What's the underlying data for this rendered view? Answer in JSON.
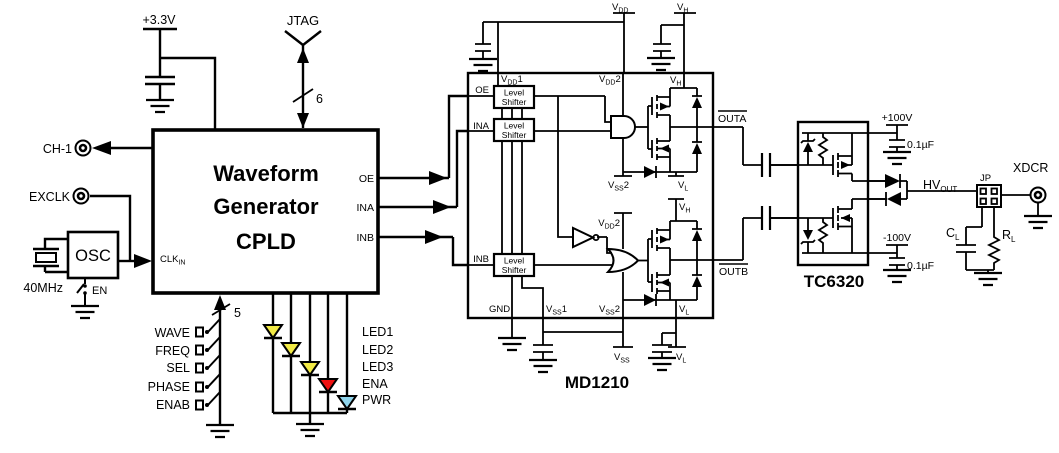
{
  "nets": {
    "v33": "+3.3V",
    "vdd": {
      "m": "V",
      "sub": "DD"
    },
    "vdd1": {
      "m": "V",
      "sub": "DD",
      "num": "1"
    },
    "vdd2": {
      "m": "V",
      "sub": "DD",
      "num": "2"
    },
    "vh": {
      "m": "V",
      "sub": "H"
    },
    "vl": {
      "m": "V",
      "sub": "L"
    },
    "vss": {
      "m": "V",
      "sub": "SS"
    },
    "vss1": {
      "m": "V",
      "sub": "SS",
      "num": "1"
    },
    "vss2": {
      "m": "V",
      "sub": "SS",
      "num": "2"
    },
    "gnd": "GND",
    "p100": "+100V",
    "n100": "-100V",
    "cap_value": "0.1µF"
  },
  "left": {
    "jtag": "JTAG",
    "jtag_bus": "6",
    "ch1": "CH-1",
    "exclk": "EXCLK",
    "osc": "OSC",
    "osc_freq": "40MHz",
    "osc_en": "EN"
  },
  "cpld": {
    "title_lines": [
      "Waveform",
      "Generator",
      "CPLD"
    ],
    "clk": {
      "m": "CLK",
      "sub": "IN"
    },
    "oe": "OE",
    "ina": "INA",
    "inb": "INB"
  },
  "switches": {
    "bus_width": "5",
    "items": [
      "WAVE",
      "FREQ",
      "SEL",
      "PHASE",
      "ENAB"
    ]
  },
  "leds": {
    "items": [
      {
        "label": "LED1",
        "color": "#f2ea45"
      },
      {
        "label": "LED2",
        "color": "#f2ea45"
      },
      {
        "label": "LED3",
        "color": "#f2ea45"
      },
      {
        "label": "ENA",
        "color": "#ee1111"
      },
      {
        "label": "PWR",
        "color": "#8fd4ec"
      }
    ]
  },
  "md1210": {
    "name": "MD1210",
    "shifter_line1": "Level",
    "shifter_line2": "Shifter",
    "outa": "OUTA",
    "outb": "OUTB"
  },
  "tc6320": {
    "name": "TC6320"
  },
  "out": {
    "hv": {
      "m": "HV",
      "sub": "OUT"
    },
    "jp": "JP",
    "xdcr": "XDCR",
    "cl": {
      "m": "C",
      "sub": "L"
    },
    "rl": {
      "m": "R",
      "sub": "L"
    }
  }
}
